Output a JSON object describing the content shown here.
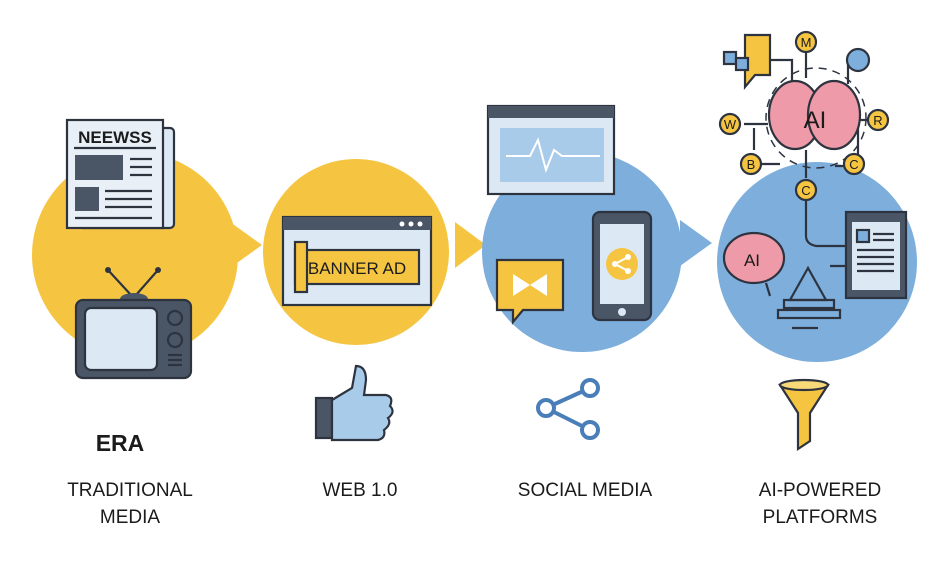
{
  "heading": "ERA",
  "stages": [
    {
      "label_line1": "TRADITIONAL",
      "label_line2": "MEDIA"
    },
    {
      "label_line1": "WEB 1.0"
    },
    {
      "label_line1": "SOCIAL MEDIA"
    },
    {
      "label_line1": "AI-POWERED",
      "label_line2": "PLATFORMS"
    }
  ],
  "icons": {
    "newspaper_title": "NEEWSS",
    "banner_ad": "BANNER AD",
    "ai_brain_main": "AI",
    "ai_brain_small": "AI",
    "nodes": [
      "M",
      "W",
      "R",
      "B",
      "C",
      "C"
    ]
  },
  "colors": {
    "yellow": "#F5C542",
    "blue": "#7DAEDC",
    "dark": "#4A5566",
    "light": "#DCE8F4",
    "pink": "#EE9AA8"
  }
}
